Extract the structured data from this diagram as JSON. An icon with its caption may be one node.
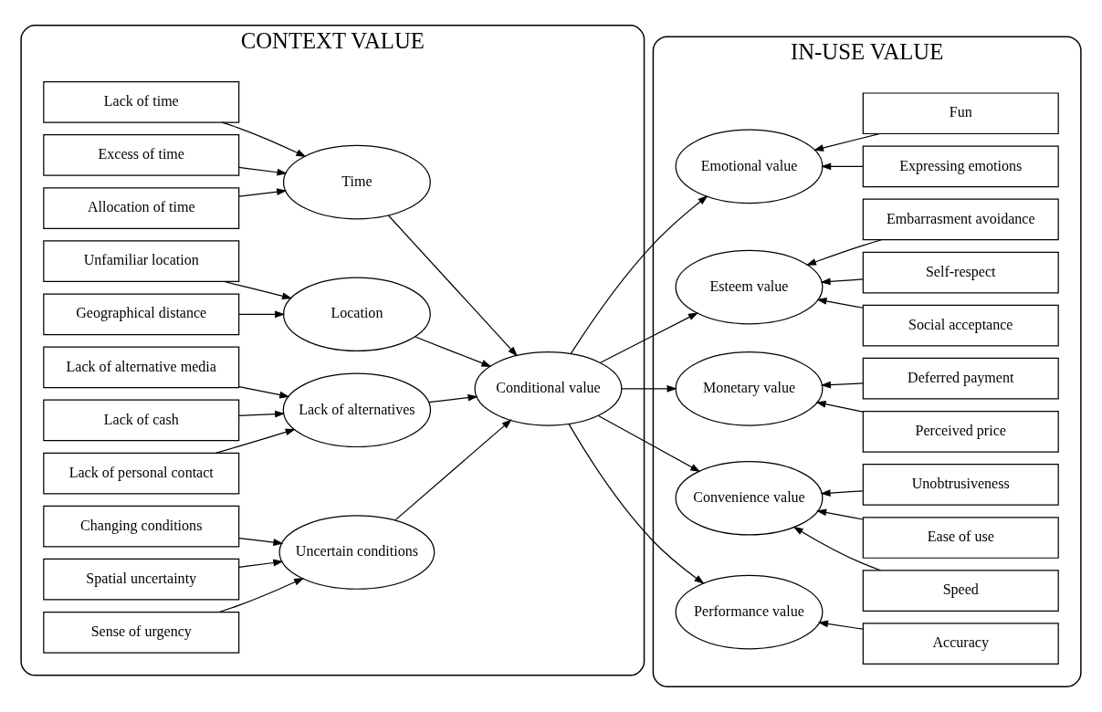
{
  "diagram": {
    "nodes": [
      {
        "text": [
          "CONTEXT VALUE"
        ]
      },
      {
        "text": [
          "Lack of time"
        ],
        "in": 0
      },
      {
        "text": [
          "Excess of time"
        ],
        "in": 0
      },
      {
        "text": [
          "Allocation of time"
        ],
        "in": 0
      },
      {
        "text": [
          "Time"
        ],
        "in": 0
      },
      {
        "text": [
          "Unfamiliar location"
        ],
        "in": 0
      },
      {
        "text": [
          "Geographical distance"
        ],
        "in": 0
      },
      {
        "text": [
          "Location"
        ],
        "in": 0
      },
      {
        "text": [
          "Lack of alternative media"
        ],
        "in": 0
      },
      {
        "text": [
          "Lack of cash"
        ],
        "in": 0
      },
      {
        "text": [
          "Lack of personal contact"
        ],
        "in": 0
      },
      {
        "text": [
          "Lack of alternatives"
        ],
        "in": 0
      },
      {
        "text": [
          "Changing conditions"
        ],
        "in": 0
      },
      {
        "text": [
          "Spatial uncertainty"
        ],
        "in": 0
      },
      {
        "text": [
          "Sense of urgency"
        ],
        "in": 0
      },
      {
        "text": [
          "Uncertain conditions"
        ],
        "in": 0
      },
      {
        "text": [
          "Conditional value"
        ],
        "in": 0
      },
      {
        "text": [
          "IN-USE VALUE"
        ]
      },
      {
        "text": [
          "Emotional value"
        ],
        "in": 17
      },
      {
        "text": [
          "Expressing emotions"
        ],
        "in": 17
      },
      {
        "text": [
          "Fun"
        ],
        "in": 17
      },
      {
        "text": [
          "Esteem value"
        ],
        "in": 17
      },
      {
        "text": [
          "Social acceptance"
        ],
        "in": 17
      },
      {
        "text": [
          "Self-respect"
        ],
        "in": 17
      },
      {
        "text": [
          "Embarrasment avoidance"
        ],
        "in": 17
      },
      {
        "text": [
          "Monetary value"
        ],
        "in": 17
      },
      {
        "text": [
          "Perceived price"
        ],
        "in": 17
      },
      {
        "text": [
          "Deferred payment"
        ],
        "in": 17
      },
      {
        "text": [
          "Convenience value"
        ],
        "in": 17
      },
      {
        "text": [
          "Speed"
        ],
        "in": 17
      },
      {
        "text": [
          "Ease of use"
        ],
        "in": 17
      },
      {
        "text": [
          "Unobtrusiveness"
        ],
        "in": 17
      },
      {
        "text": [
          "Performance value"
        ],
        "in": 17
      },
      {
        "text": [
          "Accuracy"
        ],
        "in": 17
      }
    ],
    "edges": [
      {
        "from": 1,
        "to": 4,
        "arrow": "to"
      },
      {
        "from": 2,
        "to": 4,
        "arrow": "to"
      },
      {
        "from": 3,
        "to": 4,
        "arrow": "to"
      },
      {
        "from": 5,
        "to": 7,
        "arrow": "to"
      },
      {
        "from": 6,
        "to": 7,
        "arrow": "to"
      },
      {
        "from": 8,
        "to": 11,
        "arrow": "to"
      },
      {
        "from": 9,
        "to": 11,
        "arrow": "to"
      },
      {
        "from": 10,
        "to": 11,
        "arrow": "to"
      },
      {
        "from": 12,
        "to": 15,
        "arrow": "to"
      },
      {
        "from": 13,
        "to": 15,
        "arrow": "to"
      },
      {
        "from": 14,
        "to": 15,
        "arrow": "to"
      },
      {
        "from": 4,
        "to": 16,
        "arrow": "to"
      },
      {
        "from": 7,
        "to": 16,
        "arrow": "to"
      },
      {
        "from": 11,
        "to": 16,
        "arrow": "to"
      },
      {
        "from": 15,
        "to": 16,
        "arrow": "to"
      },
      {
        "from": 16,
        "to": 18,
        "arrow": "to"
      },
      {
        "from": 16,
        "to": 21,
        "arrow": "to"
      },
      {
        "from": 16,
        "to": 25,
        "arrow": "to"
      },
      {
        "from": 16,
        "to": 28,
        "arrow": "to"
      },
      {
        "from": 16,
        "to": 32,
        "arrow": "to"
      },
      {
        "from": 19,
        "to": 18,
        "arrow": "to"
      },
      {
        "from": 20,
        "to": 18,
        "arrow": "to"
      },
      {
        "from": 22,
        "to": 21,
        "arrow": "to"
      },
      {
        "from": 23,
        "to": 21,
        "arrow": "to"
      },
      {
        "from": 24,
        "to": 21,
        "arrow": "to"
      },
      {
        "from": 26,
        "to": 25,
        "arrow": "to"
      },
      {
        "from": 27,
        "to": 25,
        "arrow": "to"
      },
      {
        "from": 29,
        "to": 28,
        "arrow": "to"
      },
      {
        "from": 30,
        "to": 28,
        "arrow": "to"
      },
      {
        "from": 31,
        "to": 28,
        "arrow": "to"
      },
      {
        "from": 33,
        "to": 32,
        "arrow": "to"
      }
    ]
  }
}
